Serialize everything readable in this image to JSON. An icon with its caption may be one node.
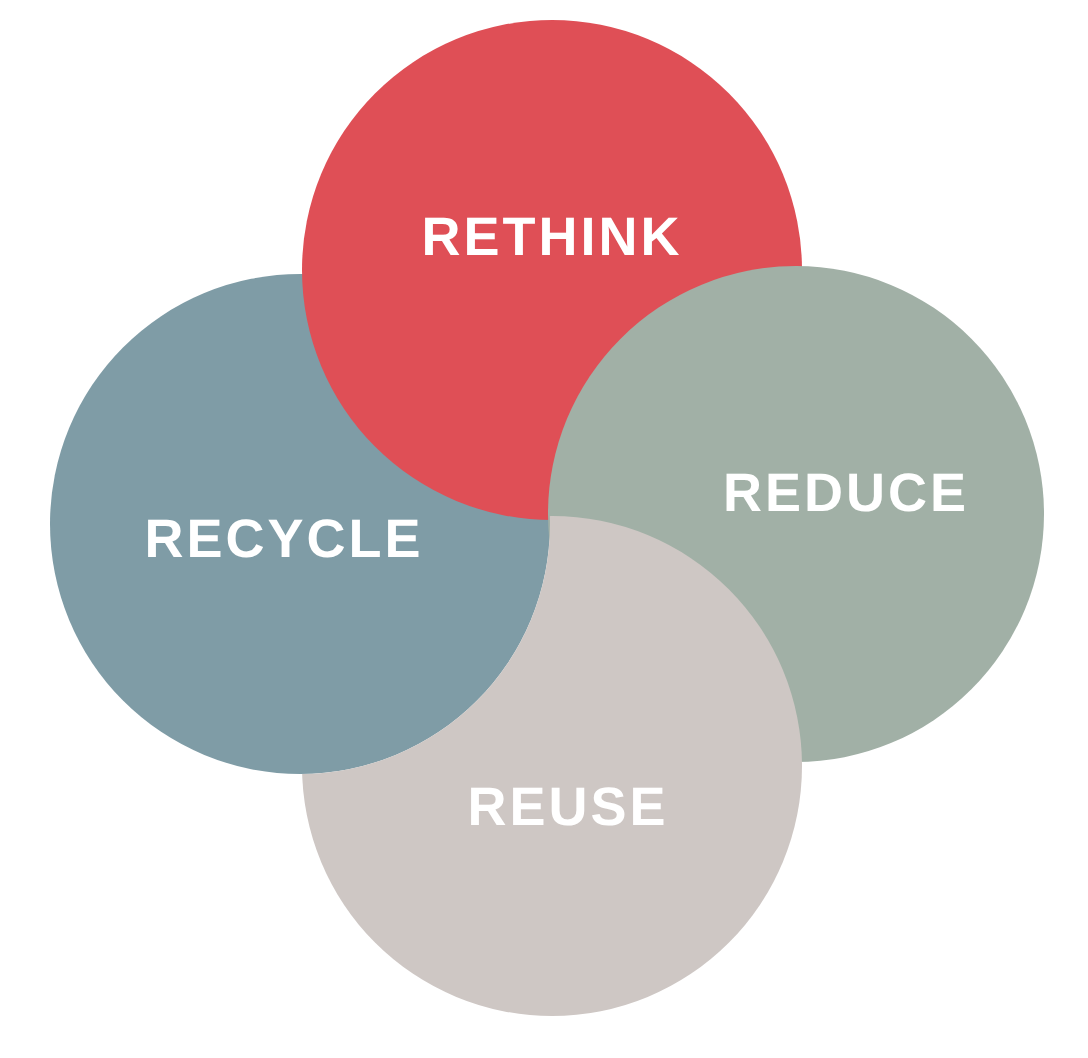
{
  "diagram": {
    "nodes": [
      {
        "text": [
          "RETHINK"
        ]
      },
      {
        "text": [
          "RECYCLE"
        ]
      },
      {
        "text": [
          "REDUCE"
        ]
      },
      {
        "text": [
          "REUSE"
        ]
      }
    ]
  }
}
